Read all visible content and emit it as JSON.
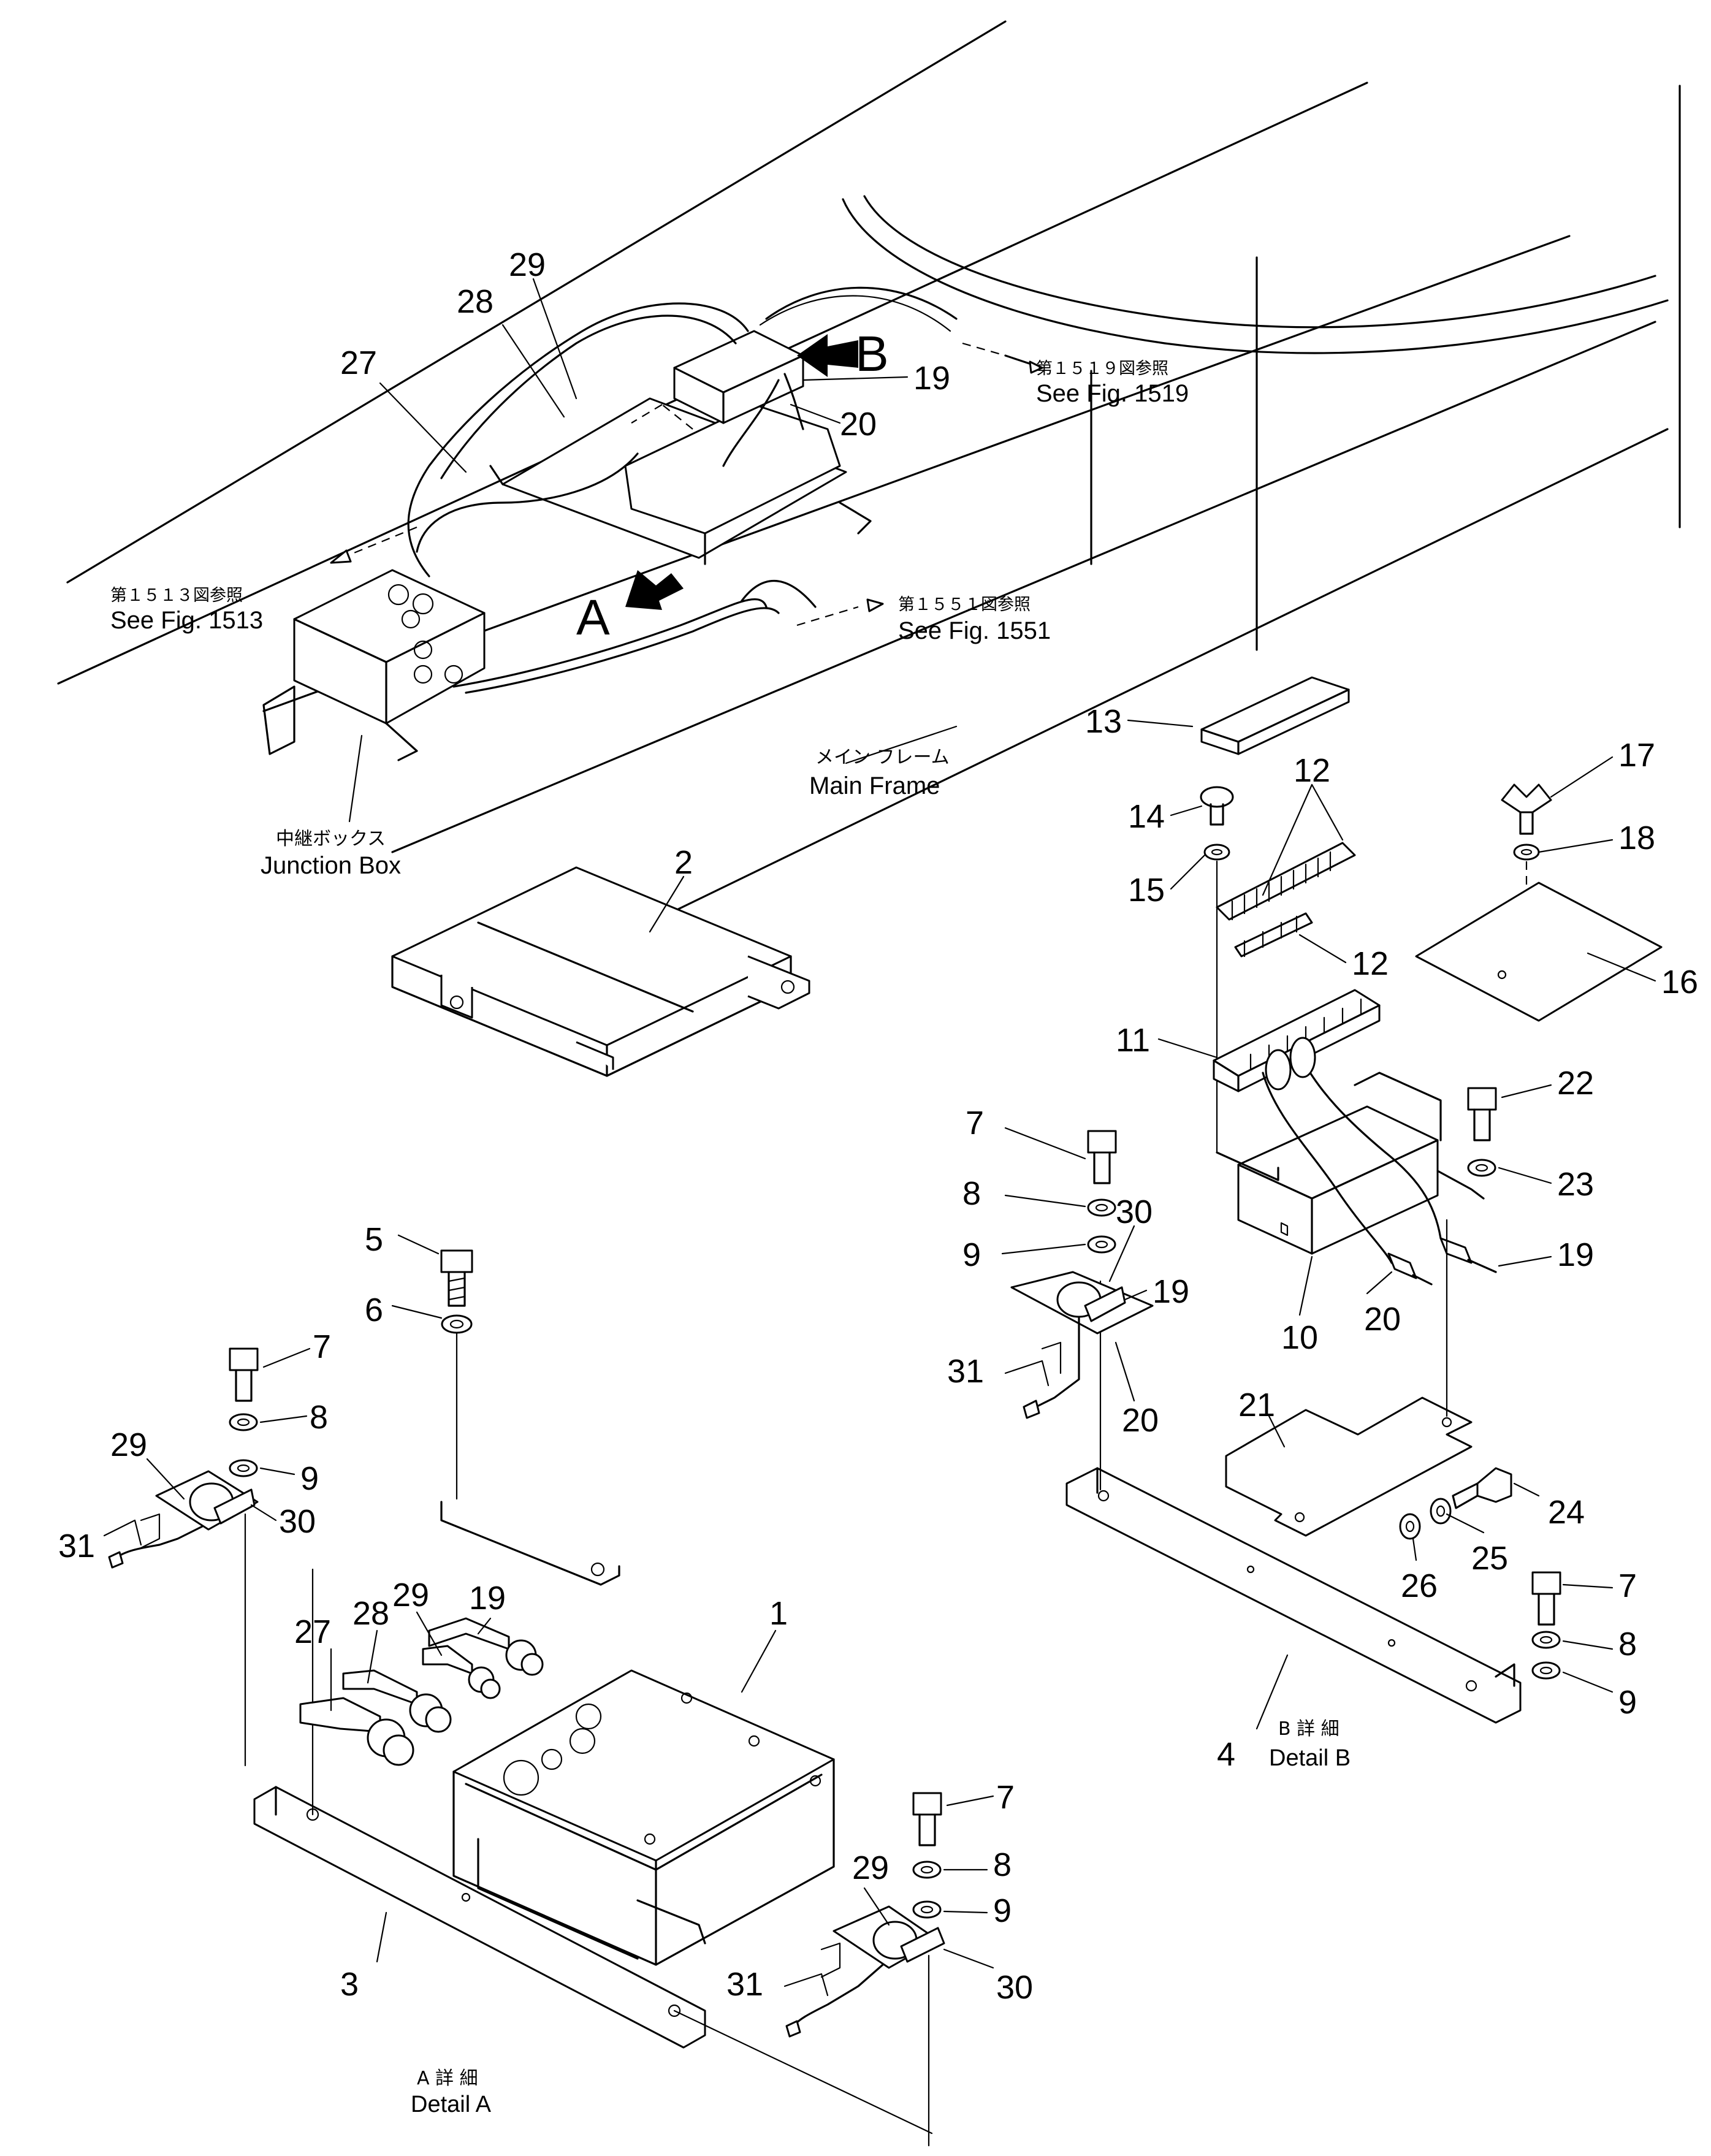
{
  "views": {
    "a_marker": "A",
    "b_marker": "B"
  },
  "references": [
    {
      "jp": "第１５１９図参照",
      "en": "See Fig. 1519"
    },
    {
      "jp": "第１５１３図参照",
      "en": "See Fig. 1513"
    },
    {
      "jp": "第１５５１図参照",
      "en": "See Fig. 1551"
    }
  ],
  "labels": {
    "main_frame_jp": "メイン フレーム",
    "main_frame_en": "Main Frame",
    "junction_box_jp": "中継ボックス",
    "junction_box_en": "Junction Box"
  },
  "details": {
    "a_jp": "A 詳 細",
    "a_en": "Detail A",
    "b_jp": "B 詳 細",
    "b_en": "Detail B"
  },
  "part_numbers": {
    "overview": [
      "29",
      "28",
      "27",
      "19",
      "20"
    ],
    "detail_a": [
      "2",
      "5",
      "6",
      "7",
      "8",
      "9",
      "29",
      "30",
      "31",
      "1",
      "27",
      "28",
      "29",
      "19",
      "3",
      "7",
      "8",
      "9",
      "29",
      "31",
      "30"
    ],
    "detail_b": [
      "13",
      "12",
      "14",
      "15",
      "17",
      "18",
      "12",
      "16",
      "11",
      "22",
      "23",
      "7",
      "8",
      "9",
      "30",
      "19",
      "31",
      "20",
      "10",
      "20",
      "19",
      "21",
      "24",
      "25",
      "26",
      "7",
      "8",
      "9",
      "4"
    ]
  }
}
